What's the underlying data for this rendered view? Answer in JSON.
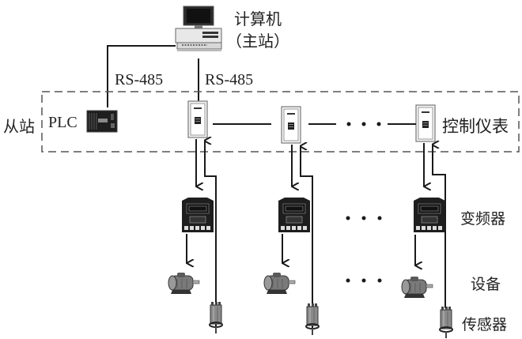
{
  "title": "计算机主从控制网络结构",
  "master": {
    "label_line1": "计算机",
    "label_line2": "（主站）",
    "icon": "desktop-computer-icon"
  },
  "links": {
    "left_protocol": "RS-485",
    "right_protocol": "RS-485"
  },
  "slave_group": {
    "label": "从站",
    "plc_label": "PLC",
    "controller_label": "控制仪表",
    "ellipsis": "· · ·"
  },
  "rows": {
    "inverter_label": "变频器",
    "equipment_label": "设备",
    "sensor_label": "传感器"
  },
  "branches": [
    {
      "name": "branch-1"
    },
    {
      "name": "branch-2"
    },
    {
      "name": "branch-n"
    }
  ],
  "colors": {
    "line": "#1a1a1a",
    "dashed_box": "#555555",
    "device_dark": "#1e1e1e",
    "device_light": "#e8e8e8",
    "motor_gray": "#8a8a8a"
  }
}
